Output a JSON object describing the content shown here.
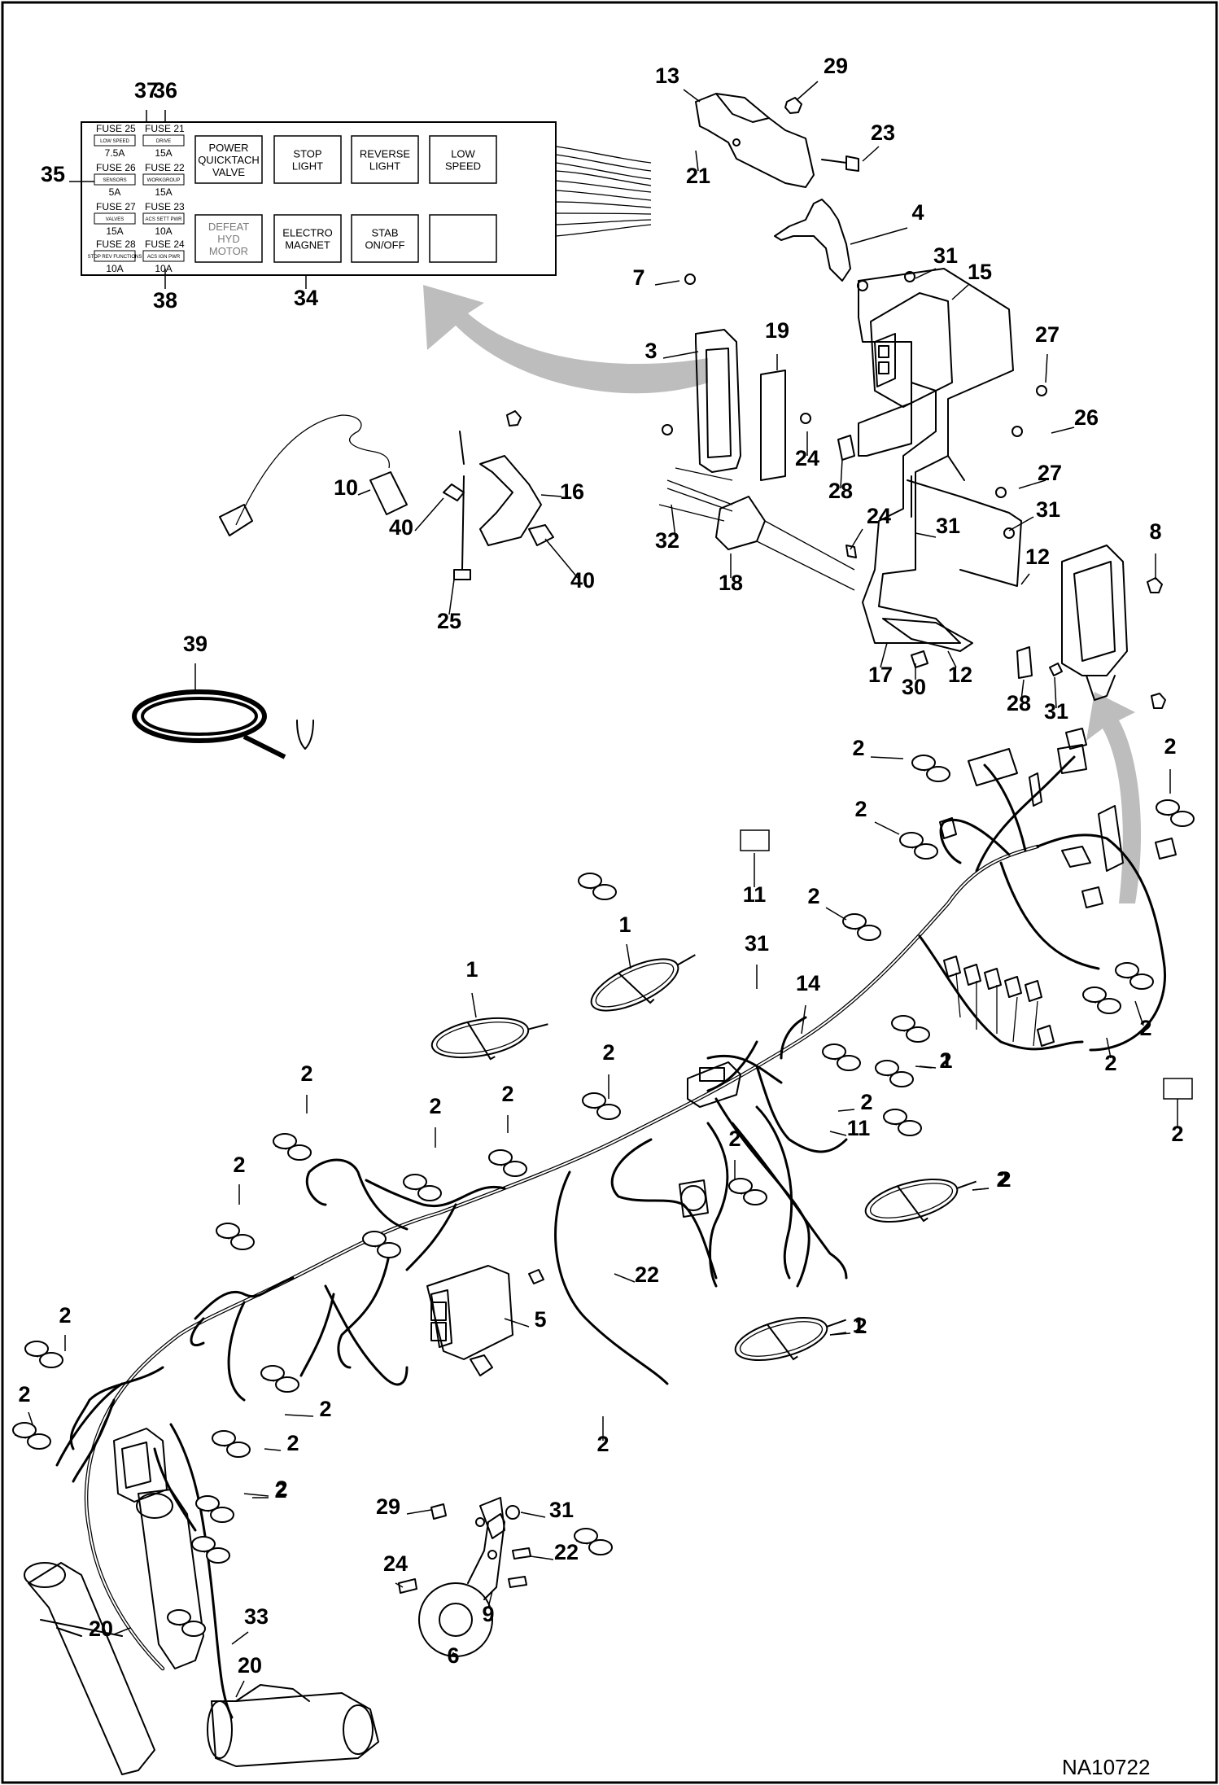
{
  "diagram": {
    "code": "NA10722",
    "fuse_panel": {
      "fuses": [
        {
          "title": "FUSE 25",
          "tag": "LOW SPEED",
          "rating": "7.5A"
        },
        {
          "title": "FUSE 21",
          "tag": "DRIVE",
          "rating": "15A"
        },
        {
          "title": "FUSE 26",
          "tag": "SENSORS",
          "rating": "5A"
        },
        {
          "title": "FUSE 22",
          "tag": "WORKGROUP",
          "rating": "15A"
        },
        {
          "title": "FUSE 27",
          "tag": "VALVES",
          "rating": "15A"
        },
        {
          "title": "FUSE 23",
          "tag": "ACS SETT PWR",
          "rating": "10A"
        },
        {
          "title": "FUSE 28",
          "tag": "STOP REV FUNCTIONS",
          "rating": "10A"
        },
        {
          "title": "FUSE 24",
          "tag": "ACS IGN PWR",
          "rating": "10A"
        }
      ],
      "relays": [
        {
          "lines": [
            "POWER",
            "QUICKTACH",
            "VALVE"
          ],
          "grey": false
        },
        {
          "lines": [
            "STOP",
            "LIGHT"
          ],
          "grey": false
        },
        {
          "lines": [
            "REVERSE",
            "LIGHT"
          ],
          "grey": false
        },
        {
          "lines": [
            "LOW",
            "SPEED"
          ],
          "grey": false
        },
        {
          "lines": [
            "DEFEAT",
            "HYD",
            "MOTOR"
          ],
          "grey": true
        },
        {
          "lines": [
            "ELECTRO",
            "MAGNET"
          ],
          "grey": false
        },
        {
          "lines": [
            "STAB",
            "ON/OFF"
          ],
          "grey": false
        },
        {
          "lines": [],
          "grey": false
        }
      ]
    },
    "callouts": [
      "37",
      "36",
      "35",
      "38",
      "34",
      "13",
      "29",
      "23",
      "21",
      "4",
      "7",
      "3",
      "19",
      "31",
      "15",
      "27",
      "26",
      "24",
      "28",
      "27",
      "31",
      "24",
      "32",
      "18",
      "8",
      "12",
      "17",
      "30",
      "12",
      "28",
      "31",
      "31",
      "10",
      "16",
      "40",
      "40",
      "25",
      "39",
      "2",
      "2",
      "2",
      "11",
      "2",
      "1",
      "1",
      "31",
      "14",
      "2",
      "2",
      "2",
      "2",
      "2",
      "2",
      "2",
      "2",
      "2",
      "2",
      "2",
      "11",
      "1",
      "2",
      "2",
      "2",
      "22",
      "5",
      "1",
      "2",
      "2",
      "2",
      "2",
      "2",
      "2",
      "29",
      "31",
      "22",
      "24",
      "9",
      "6",
      "20",
      "33",
      "20",
      "2"
    ]
  }
}
